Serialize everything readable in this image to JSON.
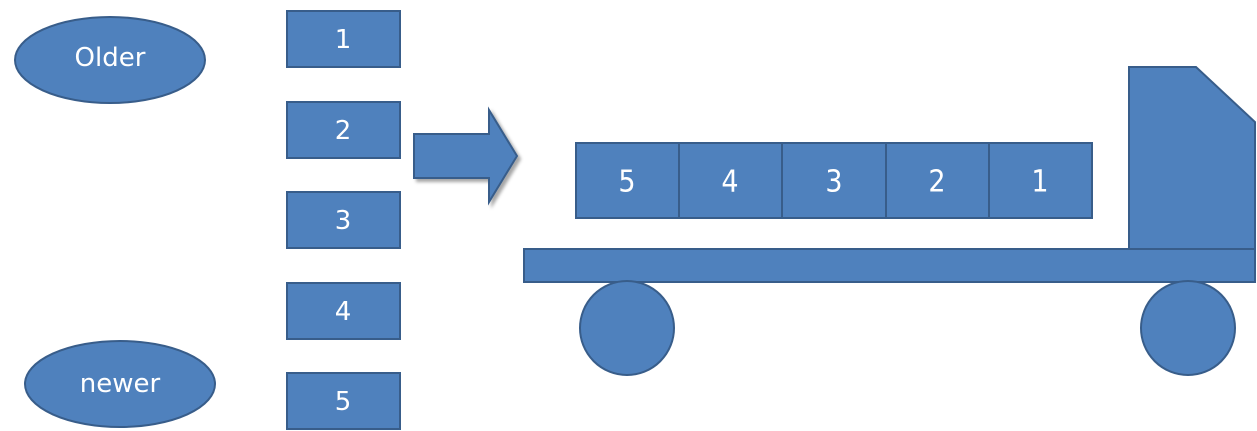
{
  "legend": {
    "older_label": "Older",
    "newer_label": "newer"
  },
  "queue": {
    "items": [
      "1",
      "2",
      "3",
      "4",
      "5"
    ]
  },
  "truck": {
    "cargo": [
      "5",
      "4",
      "3",
      "2",
      "1"
    ]
  },
  "colors": {
    "fill": "#4f81bd",
    "stroke": "#385d8a",
    "text": "#ffffff"
  }
}
